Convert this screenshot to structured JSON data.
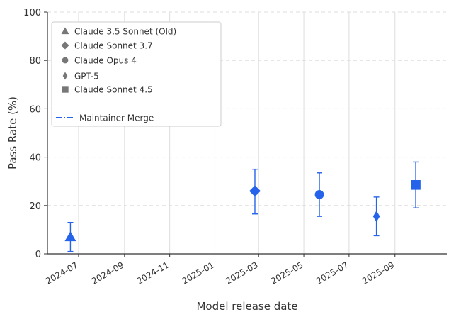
{
  "chart_data": {
    "type": "scatter",
    "title": "",
    "xlabel": "Model release date",
    "ylabel": "Pass Rate (%)",
    "xlim": [
      "2024-05-20",
      "2025-11-10"
    ],
    "ylim": [
      0,
      100
    ],
    "grid": true,
    "legend_position": "top-left",
    "y_ticks": [
      "0",
      "20",
      "40",
      "60",
      "80",
      "100"
    ],
    "x_ticks": [
      {
        "date": "2024-07-01",
        "label": "2024-07"
      },
      {
        "date": "2024-09-01",
        "label": "2024-09"
      },
      {
        "date": "2024-11-01",
        "label": "2024-11"
      },
      {
        "date": "2025-01-01",
        "label": "2025-01"
      },
      {
        "date": "2025-03-01",
        "label": "2025-03"
      },
      {
        "date": "2025-05-01",
        "label": "2025-05"
      },
      {
        "date": "2025-07-01",
        "label": "2025-07"
      },
      {
        "date": "2025-09-01",
        "label": "2025-09"
      }
    ],
    "series": [
      {
        "name": "Claude 3.5 Sonnet (Old)",
        "marker": "triangle",
        "x": "2024-06-20",
        "y": 7,
        "err_low": 1,
        "err_high": 13
      },
      {
        "name": "Claude Sonnet 3.7",
        "marker": "diamond",
        "x": "2025-02-24",
        "y": 26,
        "err_low": 16.5,
        "err_high": 35
      },
      {
        "name": "Claude Opus 4",
        "marker": "circle",
        "x": "2025-05-22",
        "y": 24.5,
        "err_low": 15.5,
        "err_high": 33.5
      },
      {
        "name": "GPT-5",
        "marker": "thin-diamond",
        "x": "2025-08-07",
        "y": 15.5,
        "err_low": 7.5,
        "err_high": 23.5
      },
      {
        "name": "Claude Sonnet 4.5",
        "marker": "square",
        "x": "2025-09-29",
        "y": 28.5,
        "err_low": 19,
        "err_high": 38
      }
    ],
    "line_legend": [
      {
        "name": "Maintainer Merge",
        "style": "dash-dot"
      }
    ],
    "colors": {
      "marker": "#2563eb",
      "legend_marker": "#777777",
      "grid": "#dddddd",
      "axis": "#333333"
    }
  }
}
